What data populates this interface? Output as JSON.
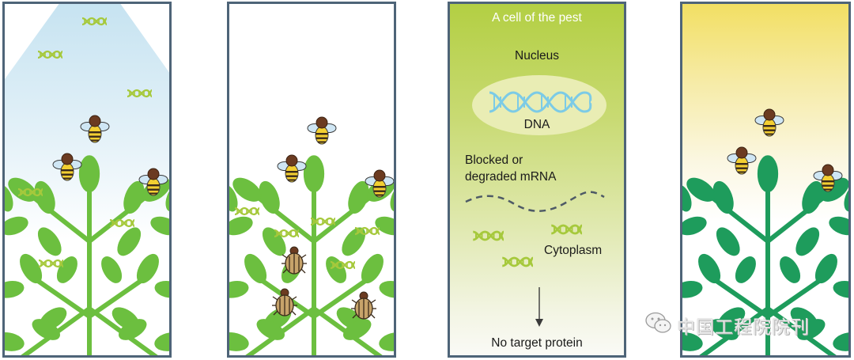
{
  "panels": [
    {
      "id": "spray-panel"
    },
    {
      "id": "pest-feeding-panel"
    },
    {
      "id": "cell-panel",
      "title": "A cell of the pest",
      "nucleus_label": "Nucleus",
      "dna_label": "DNA",
      "mrna_label_line1": "Blocked or",
      "mrna_label_line2": "degraded mRNA",
      "cytoplasm_label": "Cytoplasm",
      "outcome_label": "No target protein"
    },
    {
      "id": "healthy-plant-panel"
    }
  ],
  "watermark": {
    "text": "中国工程院院刊"
  },
  "colors": {
    "frame": "#4e6478",
    "leaf_green": "#6cbf3f",
    "leaf_dark_green": "#1e9c5c",
    "dsrna_green": "#a6c93c",
    "dna_blue": "#7ccbe6",
    "spray_blue": "#c6e3f1",
    "bee_yellow": "#f3cf32",
    "bee_brown": "#6b3b21",
    "beetle_tan": "#c7a36a",
    "cell_green": "#b3cf43",
    "sun_yellow": "#f2df63"
  },
  "icons": [
    "honeybee-icon",
    "dsrna-icon",
    "beetle-icon",
    "dna-helix-icon",
    "plant-icon",
    "wechat-icon"
  ]
}
